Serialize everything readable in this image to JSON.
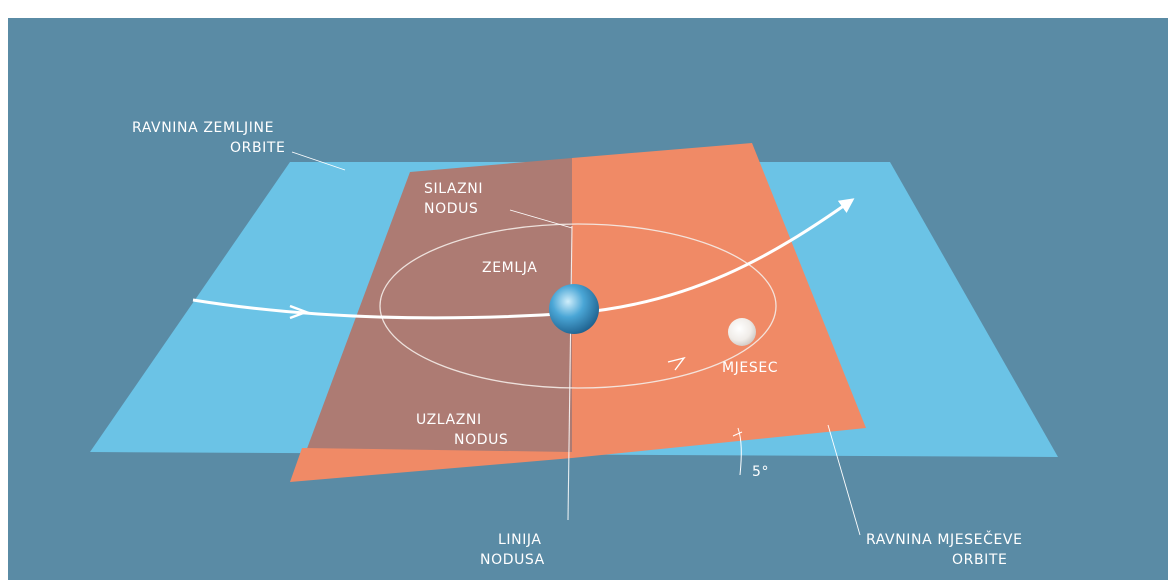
{
  "labels": {
    "earth_orbit_plane_line1": "RAVNINA ZEMLJINE",
    "earth_orbit_plane_line2": "ORBITE",
    "descending_node_line1": "SILAZNI",
    "descending_node_line2": "NODUS",
    "earth": "ZEMLJA",
    "moon": "MJESEC",
    "ascending_node_line1": "UZLAZNI",
    "ascending_node_line2": "NODUS",
    "node_line_line1": "LINIJA",
    "node_line_line2": "NODUSA",
    "moon_orbit_plane_line1": "RAVNINA MJESEČEVE",
    "moon_orbit_plane_line2": "ORBITE",
    "inclination": "5°"
  },
  "colors": {
    "background": "#5a8ba5",
    "earth_orbit_plane": "#6bc3e6",
    "moon_plane_front": "#f08a66",
    "moon_plane_back": "#ad7b73",
    "text": "#ffffff"
  },
  "inclination_degrees": 5
}
